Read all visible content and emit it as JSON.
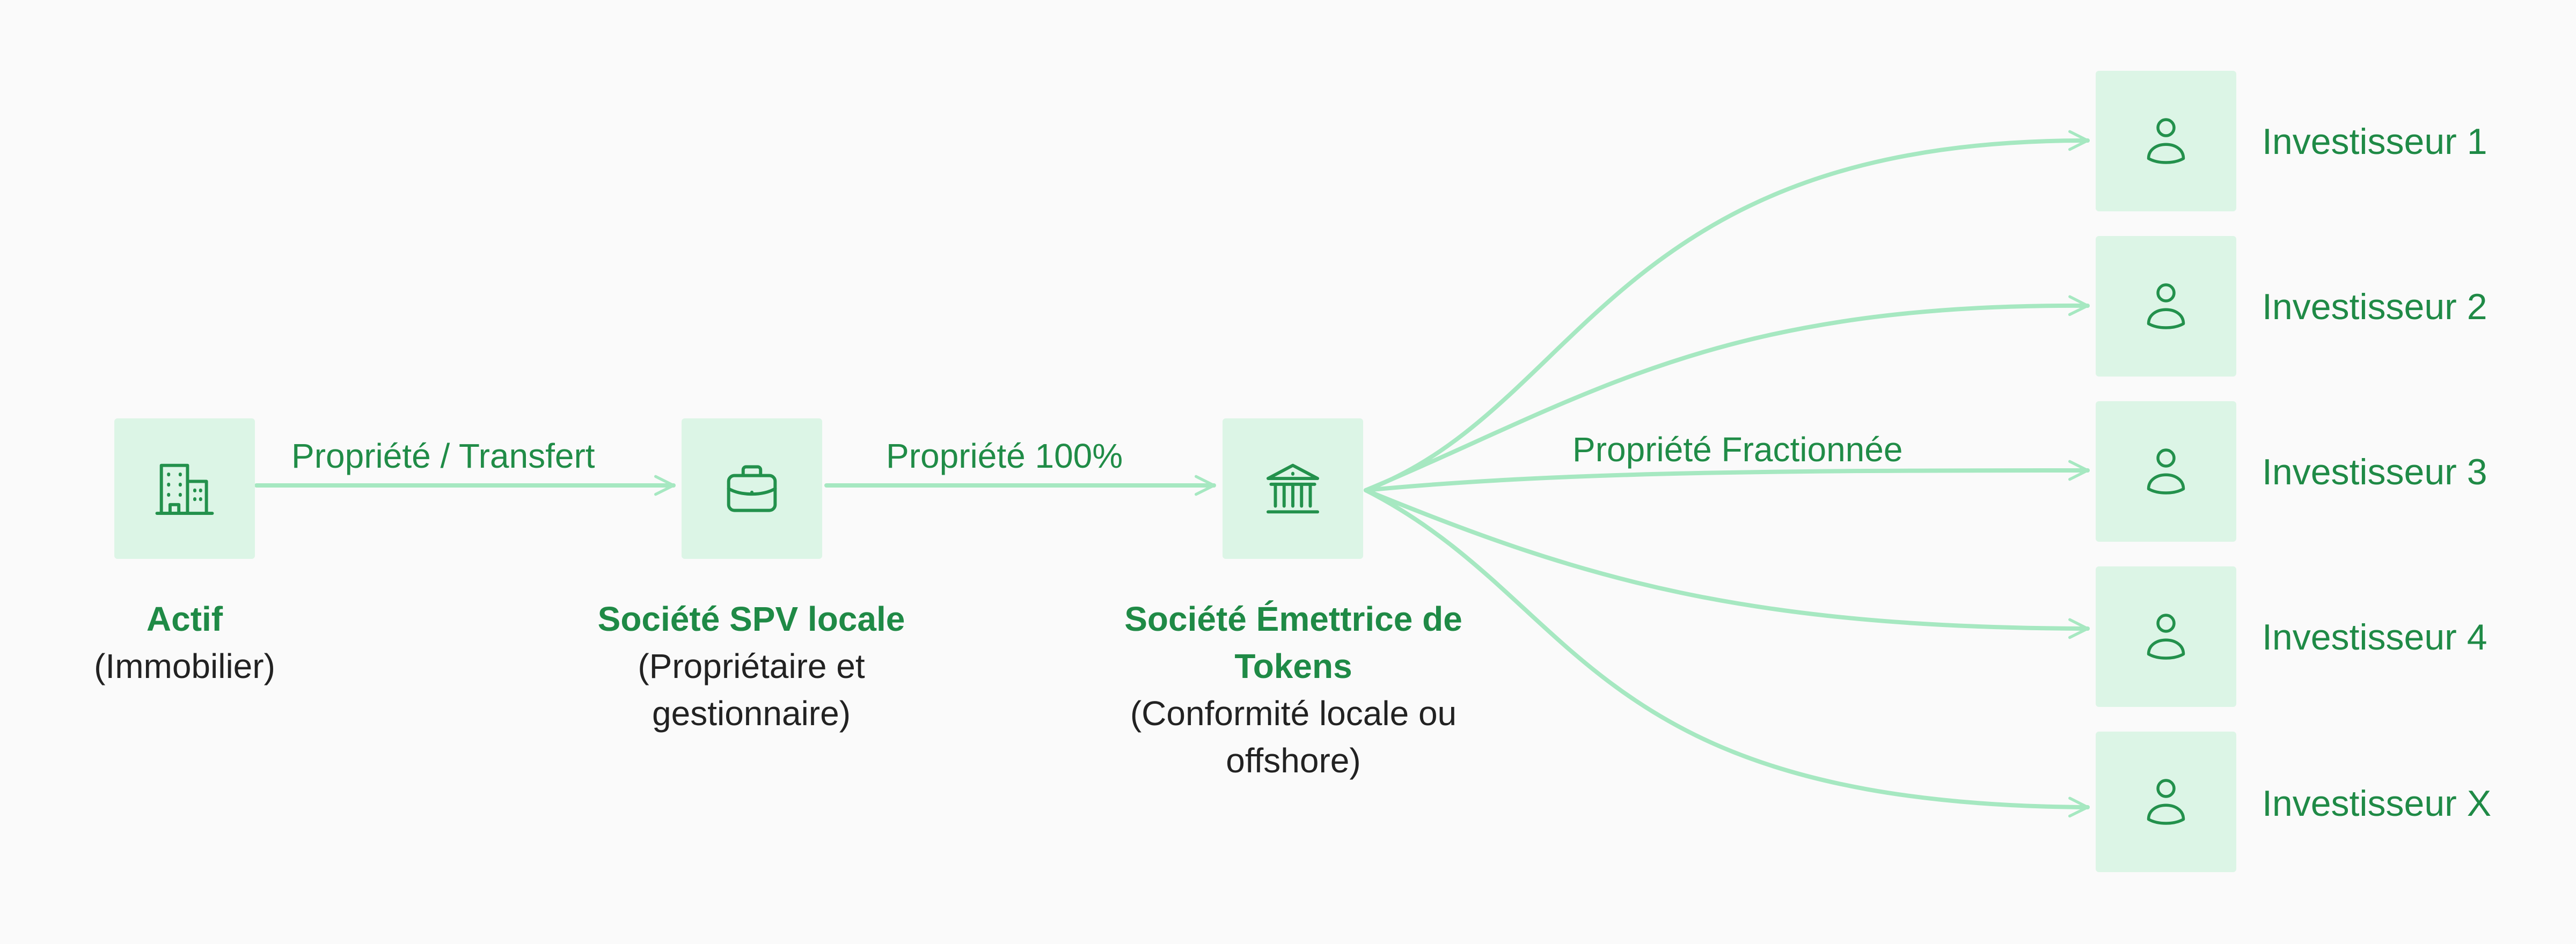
{
  "nodes": [
    {
      "id": "actif",
      "title": "Actif",
      "description": "(Immobilier)",
      "icon": "building-icon"
    },
    {
      "id": "spv",
      "title": "Société SPV locale",
      "description": "(Propriétaire et gestionnaire)",
      "icon": "briefcase-icon"
    },
    {
      "id": "emettrice",
      "title": "Société Émettrice de Tokens",
      "description": "(Conformité locale ou offshore)",
      "icon": "bank-icon"
    }
  ],
  "edges": {
    "actif_to_spv": "Propriété / Transfert",
    "spv_to_emettrice": "Propriété 100%",
    "emettrice_to_investors": "Propriété Fractionnée"
  },
  "investors": [
    {
      "label": "Investisseur 1",
      "icon": "user-icon"
    },
    {
      "label": "Investisseur 2",
      "icon": "user-icon"
    },
    {
      "label": "Investisseur 3",
      "icon": "user-icon"
    },
    {
      "label": "Investisseur 4",
      "icon": "user-icon"
    },
    {
      "label": "Investisseur X",
      "icon": "user-icon"
    }
  ],
  "colors": {
    "accent": "#1f8a46",
    "tile_background": "#dcf5e6",
    "connector": "#a6e8c1",
    "text": "#222222"
  }
}
